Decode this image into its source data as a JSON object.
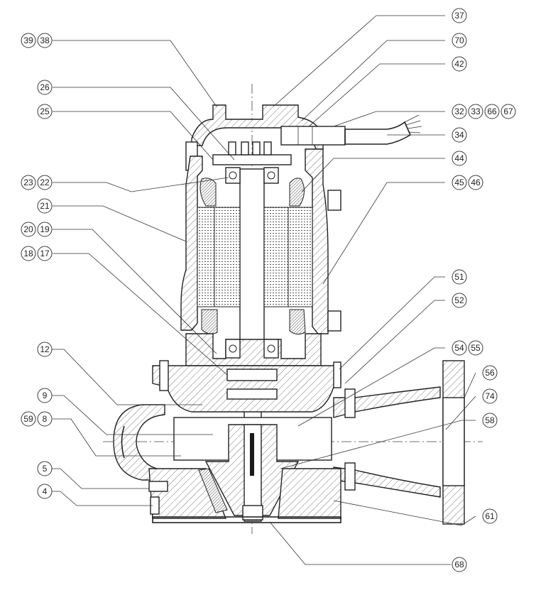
{
  "callouts_left": [
    {
      "id": "c-39-38",
      "labels": [
        "39",
        "38"
      ]
    },
    {
      "id": "c-26",
      "labels": [
        "26"
      ]
    },
    {
      "id": "c-25",
      "labels": [
        "25"
      ]
    },
    {
      "id": "c-23-22",
      "labels": [
        "23",
        "22"
      ]
    },
    {
      "id": "c-21",
      "labels": [
        "21"
      ]
    },
    {
      "id": "c-20-19",
      "labels": [
        "20",
        "19"
      ]
    },
    {
      "id": "c-18-17",
      "labels": [
        "18",
        "17"
      ]
    },
    {
      "id": "c-12",
      "labels": [
        "12"
      ]
    },
    {
      "id": "c-9",
      "labels": [
        "9"
      ]
    },
    {
      "id": "c-59-8",
      "labels": [
        "59",
        "8"
      ]
    },
    {
      "id": "c-5",
      "labels": [
        "5"
      ]
    },
    {
      "id": "c-4",
      "labels": [
        "4"
      ]
    }
  ],
  "callouts_right": [
    {
      "id": "c-37",
      "labels": [
        "37"
      ]
    },
    {
      "id": "c-70",
      "labels": [
        "70"
      ]
    },
    {
      "id": "c-42",
      "labels": [
        "42"
      ]
    },
    {
      "id": "c-32-33-66-67",
      "labels": [
        "32",
        "33",
        "66",
        "67"
      ]
    },
    {
      "id": "c-34",
      "labels": [
        "34"
      ]
    },
    {
      "id": "c-44",
      "labels": [
        "44"
      ]
    },
    {
      "id": "c-45-46",
      "labels": [
        "45",
        "46"
      ]
    },
    {
      "id": "c-51",
      "labels": [
        "51"
      ]
    },
    {
      "id": "c-52",
      "labels": [
        "52"
      ]
    },
    {
      "id": "c-54-55",
      "labels": [
        "54",
        "55"
      ]
    },
    {
      "id": "c-56",
      "labels": [
        "56"
      ]
    },
    {
      "id": "c-74",
      "labels": [
        "74"
      ]
    },
    {
      "id": "c-58",
      "labels": [
        "58"
      ]
    },
    {
      "id": "c-61",
      "labels": [
        "61"
      ]
    },
    {
      "id": "c-68",
      "labels": [
        "68"
      ]
    }
  ],
  "colors": {
    "line": "#222222",
    "background": "#ffffff",
    "bubble_stroke": "#3a3a3a"
  }
}
